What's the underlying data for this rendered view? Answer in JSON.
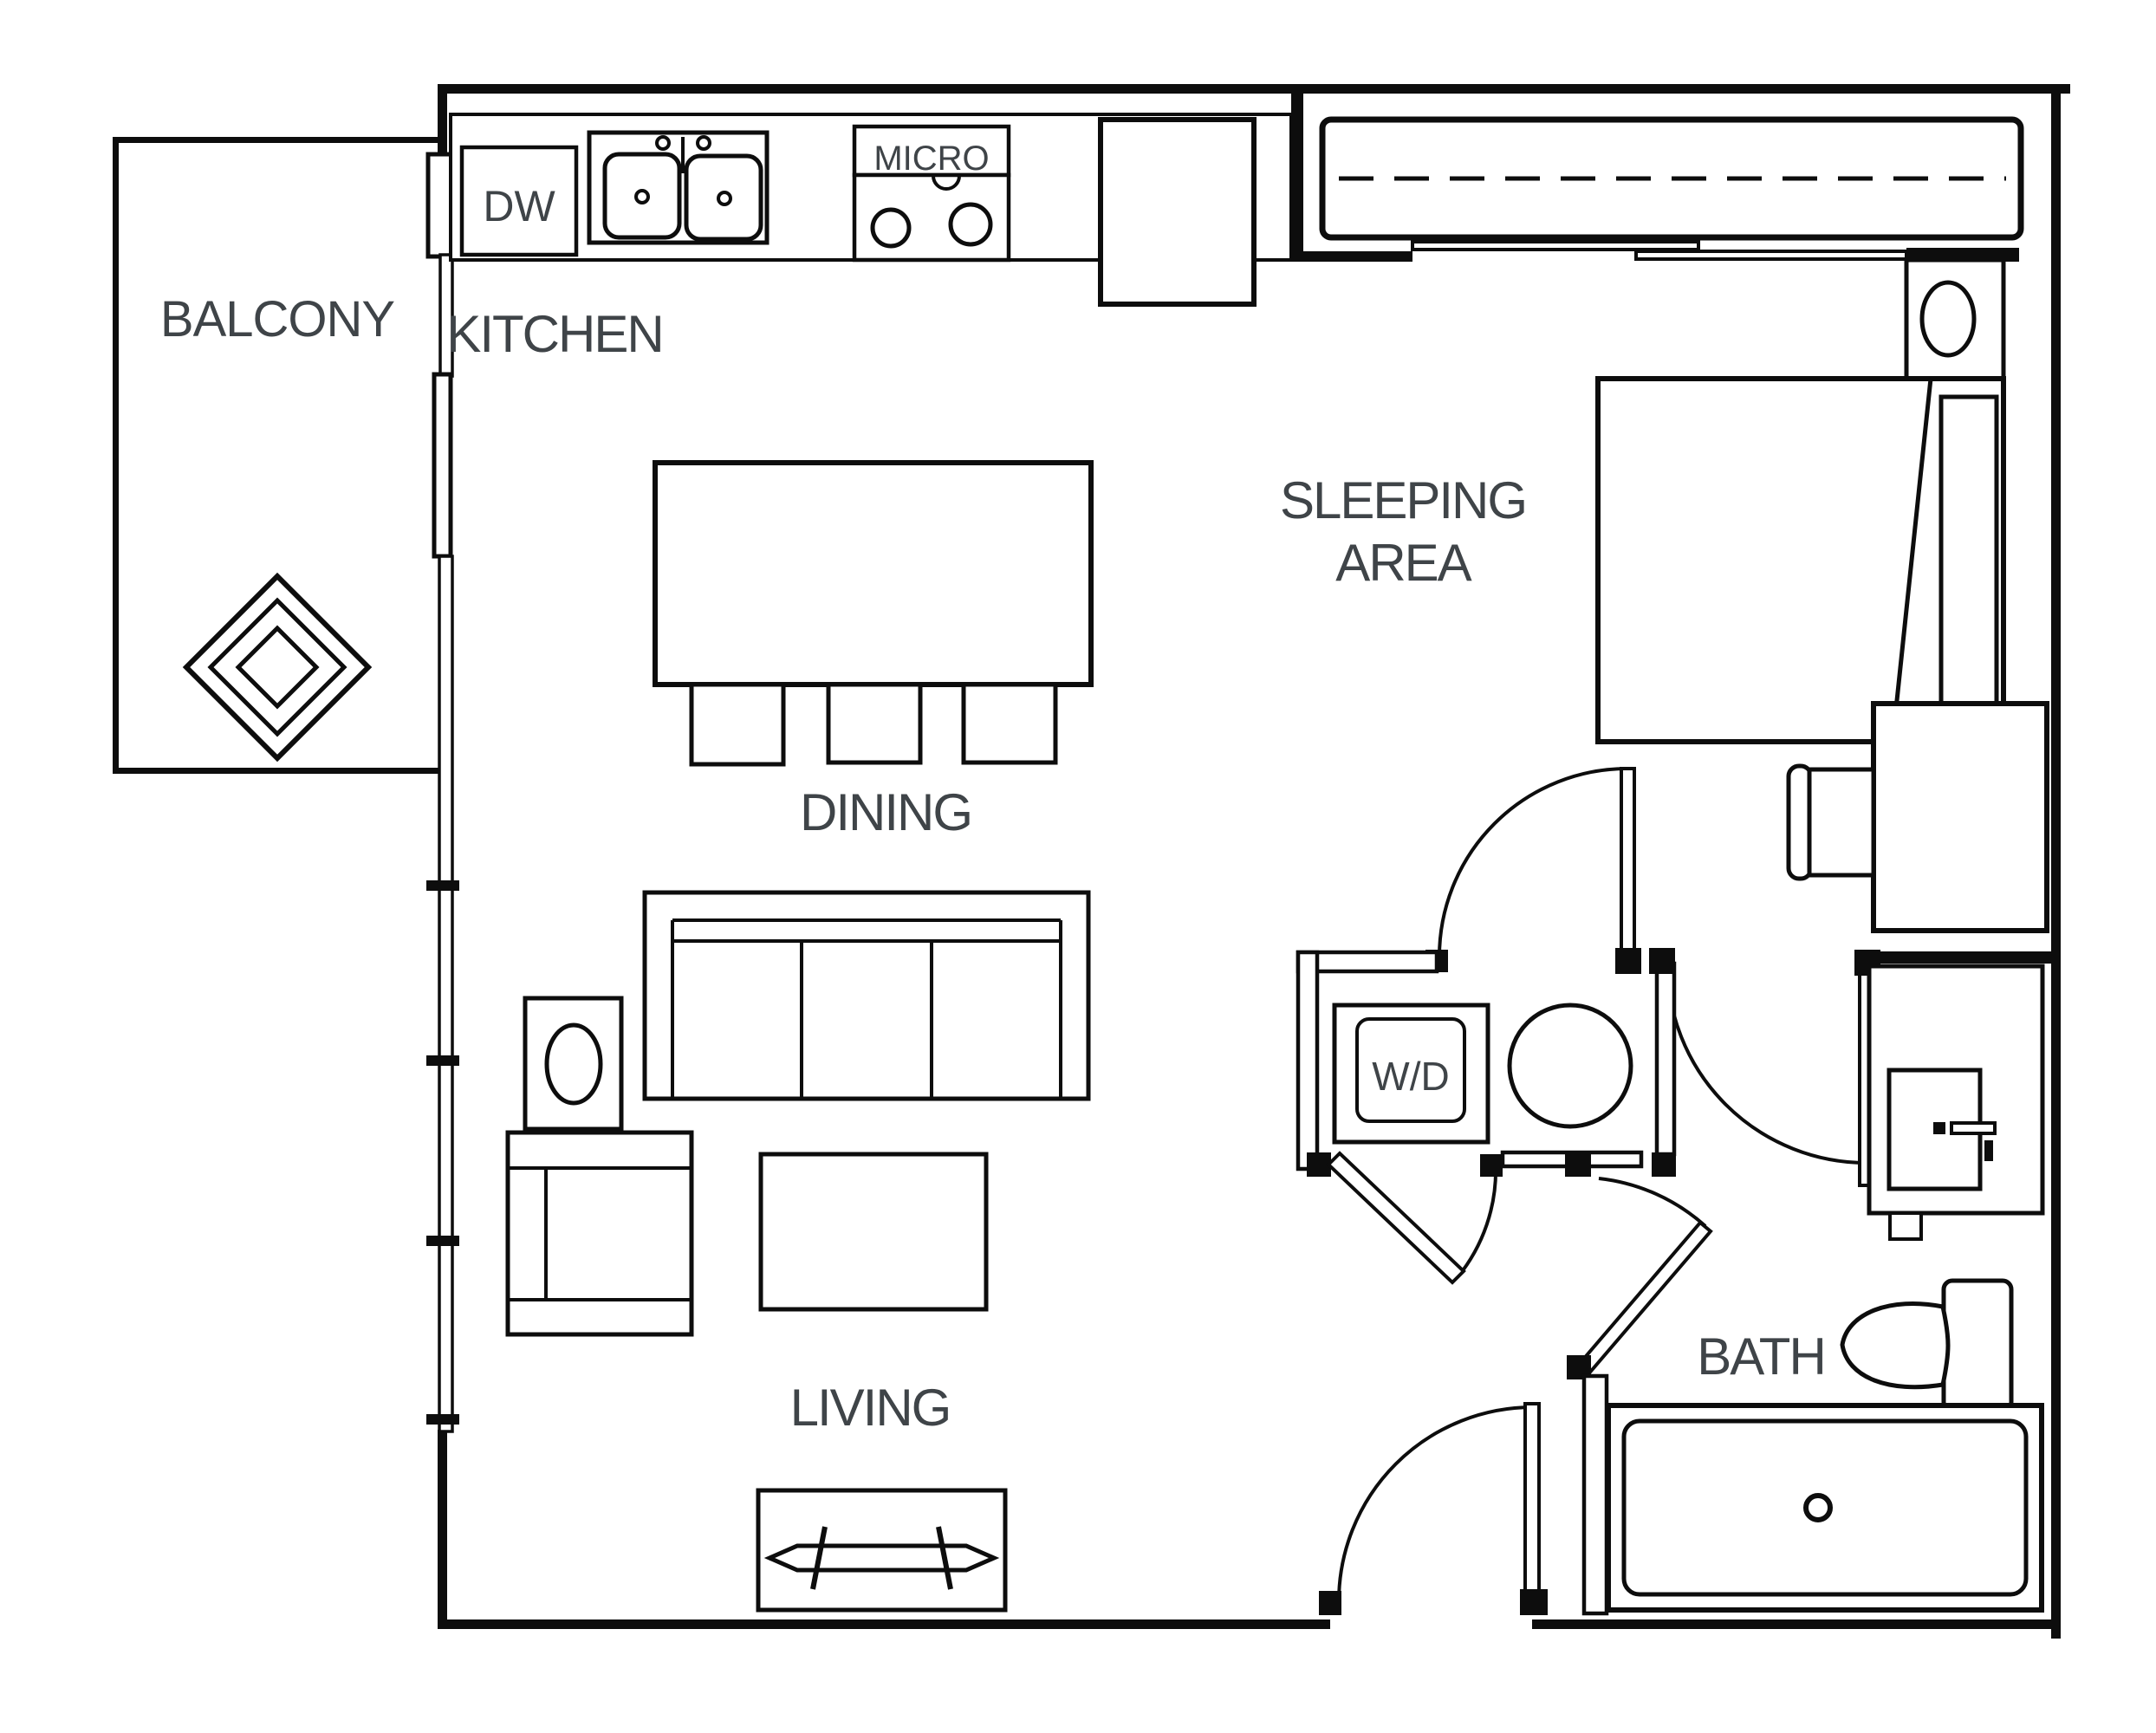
{
  "plan": {
    "type": "studio-apartment-floor-plan",
    "colors": {
      "line": "#0d0d0d",
      "label": "#3f4448",
      "background": "#ffffff"
    },
    "rooms": {
      "balcony": "BALCONY",
      "kitchen": "KITCHEN",
      "sleeping_line1": "SLEEPING",
      "sleeping_line2": "AREA",
      "dining": "DINING",
      "living": "LIVING",
      "bath": "BATH"
    },
    "appliances": {
      "dishwasher": "DW",
      "microwave": "MICRO",
      "washer_dryer": "W/D"
    }
  }
}
